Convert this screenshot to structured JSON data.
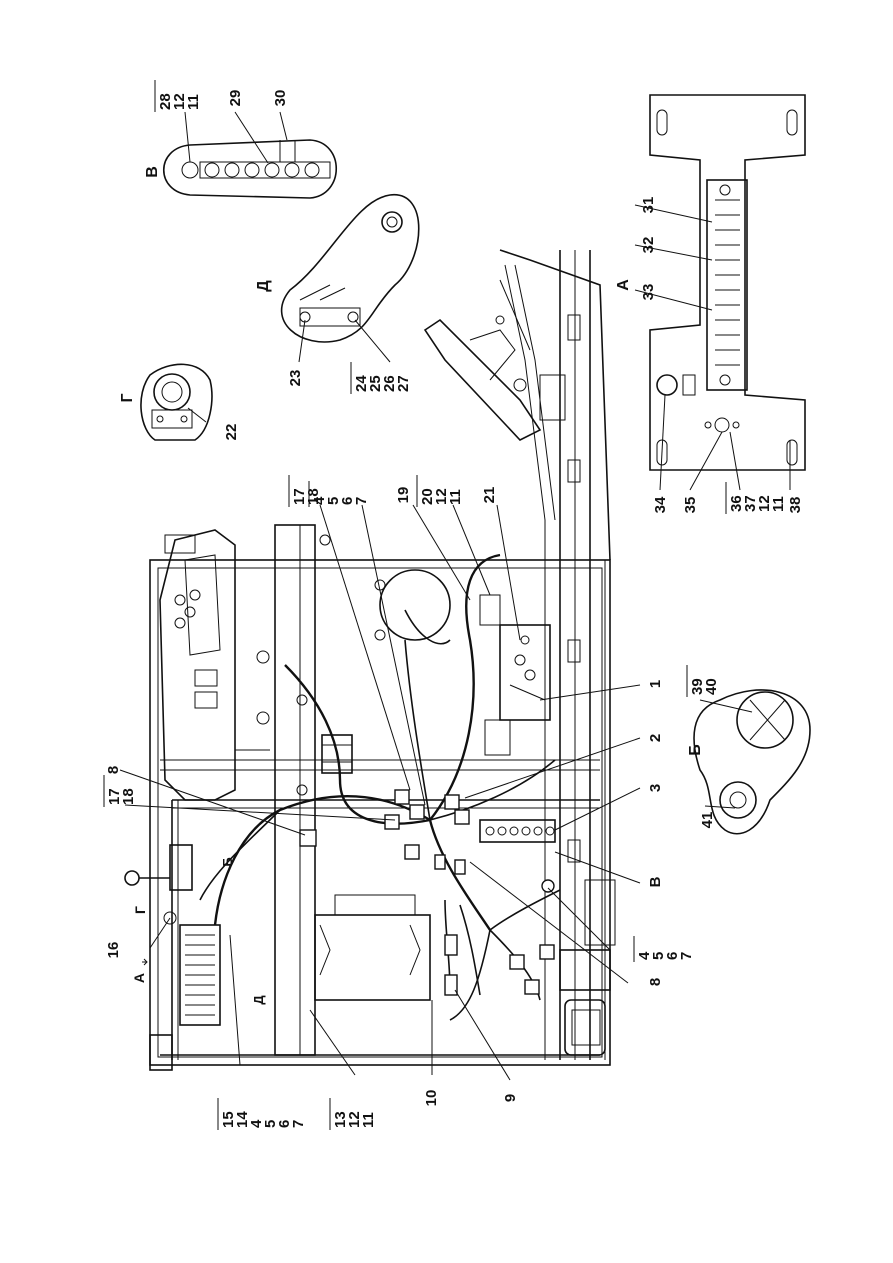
{
  "diagram": {
    "callouts": {
      "c1": "1",
      "c2": "2",
      "c3": "3",
      "c8a": "8",
      "c8b": "8",
      "c9": "9",
      "c10": "10",
      "c16": "16",
      "c19": "19",
      "c21": "21",
      "c22": "22",
      "c23": "23",
      "c29": "29",
      "c30": "30",
      "c31": "31",
      "c32": "32",
      "c33": "33",
      "c34": "34",
      "c35": "35",
      "c38": "38",
      "c41": "41"
    },
    "stacks": {
      "s_17_18_top": [
        "17",
        "18"
      ],
      "s_4567_top": [
        "4",
        "5",
        "6",
        "7"
      ],
      "s_20_12_11": [
        "20",
        "12",
        "11"
      ],
      "s_17_18_left": [
        "17",
        "18"
      ],
      "s_15_14_4567": [
        "15",
        "14",
        "4",
        "5",
        "6",
        "7"
      ],
      "s_13_12_11": [
        "13",
        "12",
        "11"
      ],
      "s_4567_bottom": [
        "4",
        "5",
        "6",
        "7"
      ],
      "s_28_12_11": [
        "28",
        "12",
        "11"
      ],
      "s_24_27": [
        "24",
        "25",
        "26",
        "27"
      ],
      "s_36_37_12_11": [
        "36",
        "37",
        "12",
        "11"
      ],
      "s_39_40": [
        "39",
        "40"
      ]
    },
    "views": {
      "A_main": "А",
      "A_arrow": "А",
      "B_main": "Б",
      "B_small": "Б",
      "V_main": "В",
      "V_arrow": "В",
      "G_main": "Г",
      "G_arrow": "Г",
      "D_main": "Д",
      "D_arrow": "Д"
    }
  }
}
